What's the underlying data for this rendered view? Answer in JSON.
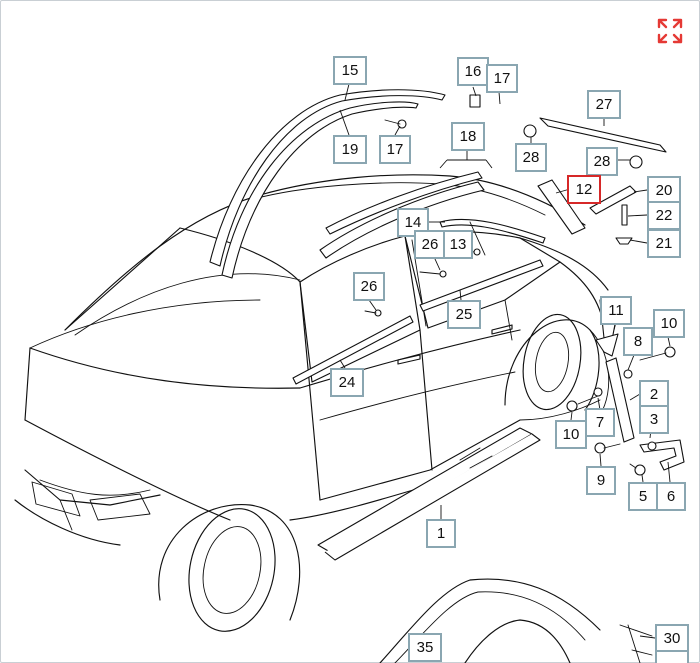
{
  "diagram": {
    "callouts": [
      {
        "id": "1",
        "label": "1",
        "highlighted": false
      },
      {
        "id": "2",
        "label": "2",
        "highlighted": false
      },
      {
        "id": "3",
        "label": "3",
        "highlighted": false
      },
      {
        "id": "5",
        "label": "5",
        "highlighted": false
      },
      {
        "id": "6",
        "label": "6",
        "highlighted": false
      },
      {
        "id": "7",
        "label": "7",
        "highlighted": false
      },
      {
        "id": "8",
        "label": "8",
        "highlighted": false
      },
      {
        "id": "9",
        "label": "9",
        "highlighted": false
      },
      {
        "id": "10a",
        "label": "10",
        "highlighted": false
      },
      {
        "id": "10b",
        "label": "10",
        "highlighted": false
      },
      {
        "id": "11",
        "label": "11",
        "highlighted": false
      },
      {
        "id": "12",
        "label": "12",
        "highlighted": true
      },
      {
        "id": "13",
        "label": "13",
        "highlighted": false
      },
      {
        "id": "14",
        "label": "14",
        "highlighted": false
      },
      {
        "id": "15",
        "label": "15",
        "highlighted": false
      },
      {
        "id": "16",
        "label": "16",
        "highlighted": false
      },
      {
        "id": "17a",
        "label": "17",
        "highlighted": false
      },
      {
        "id": "17b",
        "label": "17",
        "highlighted": false
      },
      {
        "id": "18",
        "label": "18",
        "highlighted": false
      },
      {
        "id": "19",
        "label": "19",
        "highlighted": false
      },
      {
        "id": "20",
        "label": "20",
        "highlighted": false
      },
      {
        "id": "21",
        "label": "21",
        "highlighted": false
      },
      {
        "id": "22",
        "label": "22",
        "highlighted": false
      },
      {
        "id": "24",
        "label": "24",
        "highlighted": false
      },
      {
        "id": "25",
        "label": "25",
        "highlighted": false
      },
      {
        "id": "26a",
        "label": "26",
        "highlighted": false
      },
      {
        "id": "26b",
        "label": "26",
        "highlighted": false
      },
      {
        "id": "27",
        "label": "27",
        "highlighted": false
      },
      {
        "id": "28a",
        "label": "28",
        "highlighted": false
      },
      {
        "id": "28b",
        "label": "28",
        "highlighted": false
      },
      {
        "id": "30",
        "label": "30",
        "highlighted": false
      },
      {
        "id": "35",
        "label": "35",
        "highlighted": false
      }
    ]
  },
  "controls": {
    "expand_icon": "expand-arrows-icon",
    "expand_color": "#e53935"
  },
  "colors": {
    "callout_border": "#8aa6b1",
    "highlight_border": "#d62828",
    "line": "#111111"
  }
}
